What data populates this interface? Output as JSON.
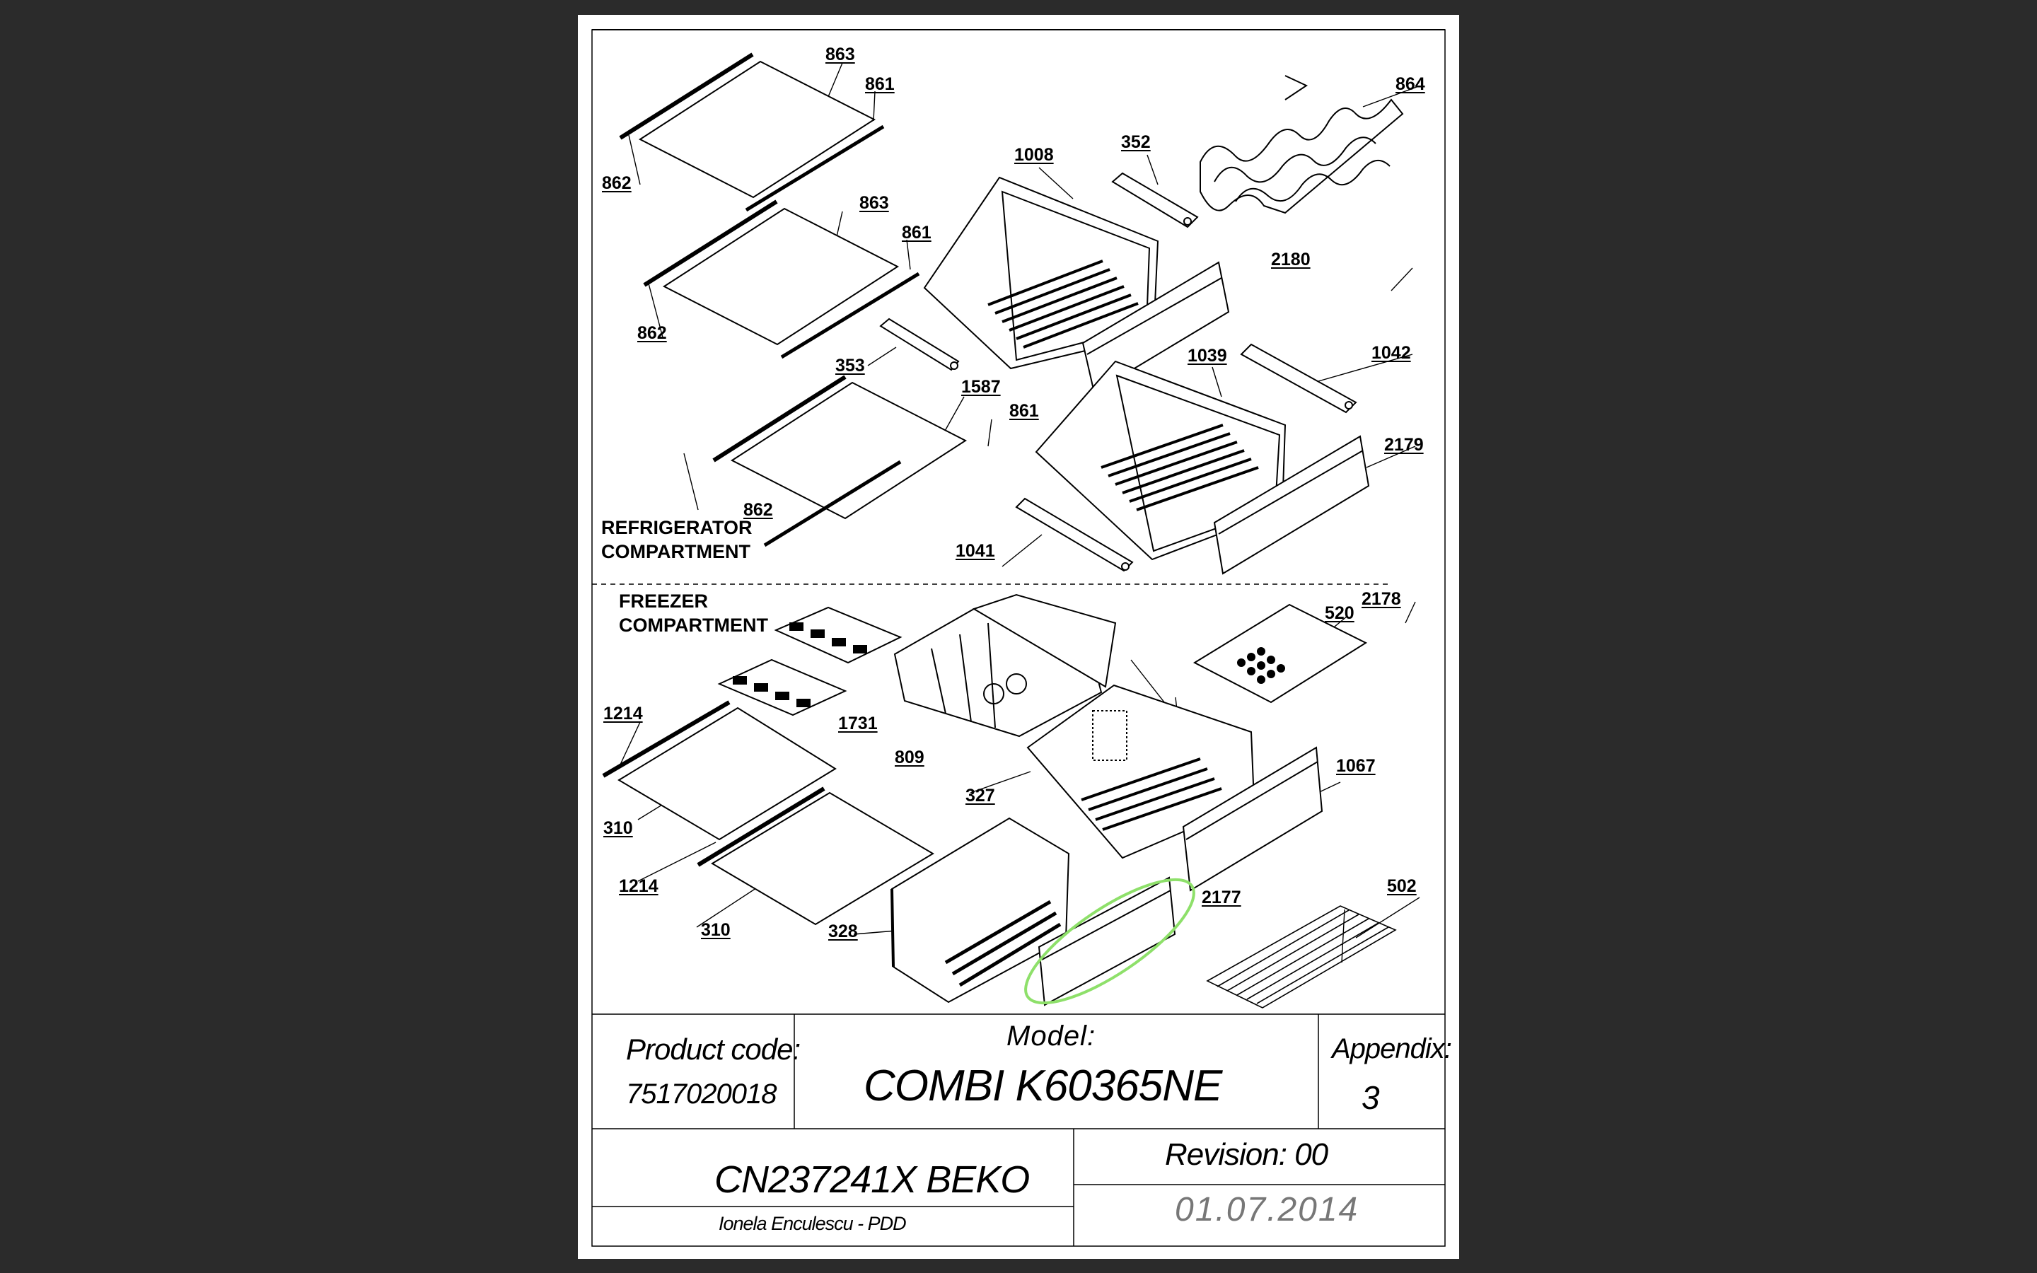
{
  "sections": {
    "refrigerator": [
      "REFRIGERATOR",
      "COMPARTMENT"
    ],
    "freezer": [
      "FREEZER",
      "COMPARTMENT"
    ]
  },
  "part_labels": {
    "p863a": "863",
    "p861a": "861",
    "p862a": "862",
    "p863b": "863",
    "p861b": "861",
    "p862b": "862",
    "p1587": "1587",
    "p861c": "861",
    "p862c": "862",
    "p353": "353",
    "p1008": "1008",
    "p352": "352",
    "p864": "864",
    "p2180": "2180",
    "p1039": "1039",
    "p1042": "1042",
    "p2179": "2179",
    "p1041": "1041",
    "p520": "520",
    "p2178": "2178",
    "p1214a": "1214",
    "p1731": "1731",
    "p809": "809",
    "p310a": "310",
    "p327": "327",
    "p1067": "1067",
    "p1214b": "1214",
    "p2177": "2177",
    "p502": "502",
    "p310b": "310",
    "p328": "328"
  },
  "title_block": {
    "product_code_label": "Product code:",
    "product_code": "7517020018",
    "model_label": "Model:",
    "model": "COMBI K60365NE",
    "appendix_label": "Appendix:",
    "appendix": "3",
    "drawing_id": "CN237241X BEKO",
    "revision": "Revision: 00",
    "author": "Ionela Enculescu - PDD",
    "date": "01.07.2014"
  },
  "highlight_color": "#8ee06a"
}
